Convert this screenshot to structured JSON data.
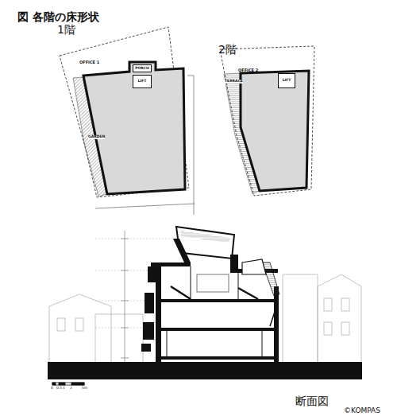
{
  "diagram": {
    "title": "図 各階の床形状",
    "nodes": [
      {
        "text": [
          "1階"
        ]
      },
      {
        "text": [
          "OFFICE 1"
        ],
        "in": 0
      },
      {
        "text": [
          "PORCH"
        ],
        "in": 1
      },
      {
        "text": [
          "LIFT"
        ],
        "in": 1
      },
      {
        "text": [
          "2階"
        ]
      },
      {
        "text": [
          "OFFICE 2"
        ],
        "in": 4
      },
      {
        "text": [
          "LIFT"
        ],
        "in": 5
      }
    ],
    "labels": [
      "GARDEN",
      "TERRACE",
      "断面図",
      "0",
      "0.5",
      "1",
      "2",
      "5m",
      "©KOMPAS"
    ]
  }
}
